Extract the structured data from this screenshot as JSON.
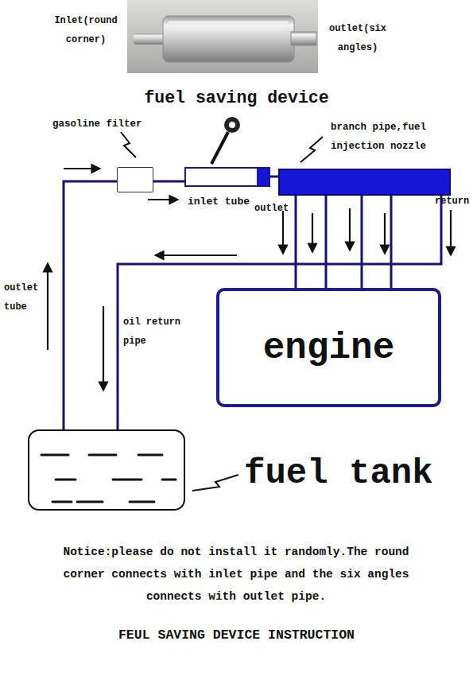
{
  "diagram": {
    "title": "fuel saving device",
    "caption": "FEUL SAVING DEVICE INSTRUCTION",
    "nodes": [
      {
        "text": [
          "gasoline filter"
        ]
      },
      {
        "text": [
          "inlet tube"
        ]
      },
      {
        "text": [
          "branch pipe,fuel injection nozzle"
        ]
      },
      {
        "text": [
          "engine"
        ]
      },
      {
        "text": [
          "fuel tank"
        ]
      }
    ],
    "edges": [
      {
        "from": 4,
        "to": 0,
        "label": "outlet tube",
        "arrow": "none"
      },
      {
        "from": 0,
        "to": 1,
        "arrow": "none"
      },
      {
        "from": 1,
        "to": 2,
        "arrow": "none"
      },
      {
        "from": 2,
        "to": 3,
        "arrow": "none"
      },
      {
        "from": 2,
        "to": 3,
        "arrow": "none"
      },
      {
        "from": 2,
        "to": 3,
        "arrow": "none"
      },
      {
        "from": 2,
        "to": 3,
        "arrow": "none"
      },
      {
        "from": 2,
        "to": 4,
        "label": "oil return pipe",
        "arrow": "none"
      }
    ],
    "labels": [
      "Inlet(round corner)",
      "outlet(six angles)",
      "outlet",
      "return",
      "Notice:please do not install it randomly.The round corner connects with inlet pipe and the six angles connects with outlet pipe."
    ]
  }
}
